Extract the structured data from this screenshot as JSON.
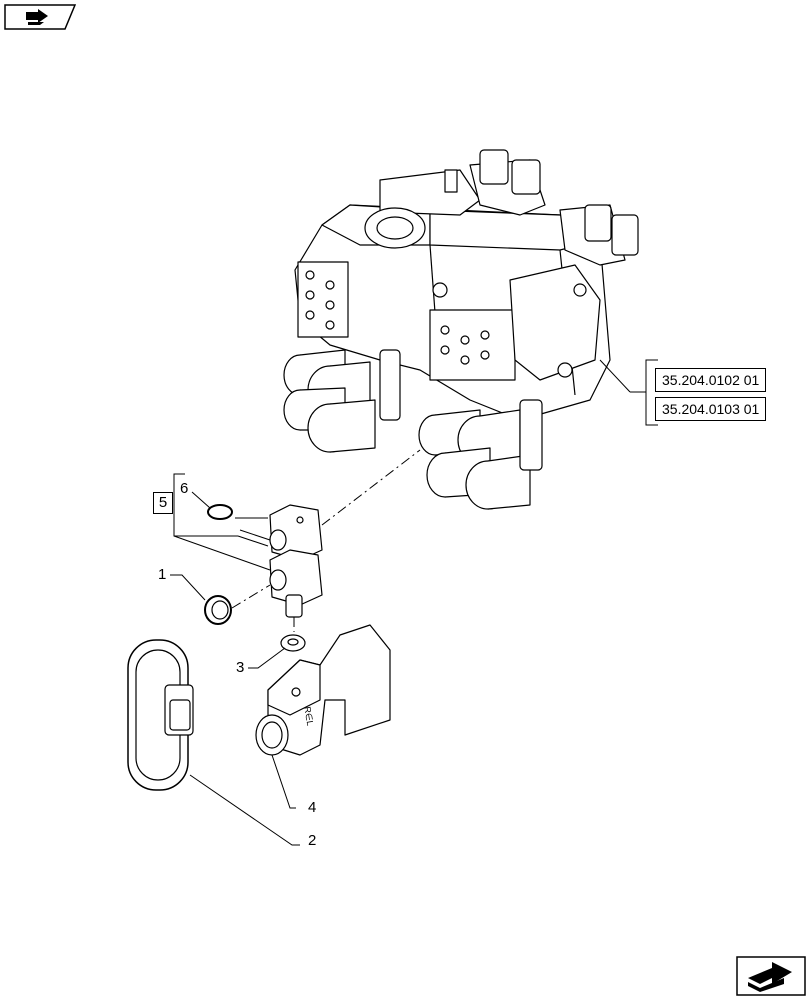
{
  "references": [
    "35.204.0102 01",
    "35.204.0103 01"
  ],
  "kit_label": "5",
  "callouts": [
    "1",
    "2",
    "3",
    "4",
    "6"
  ],
  "fitting_marking": "R∈L",
  "navigation": {
    "prev_icon": "back-arrow-icon",
    "next_icon": "forward-arrow-icon"
  }
}
